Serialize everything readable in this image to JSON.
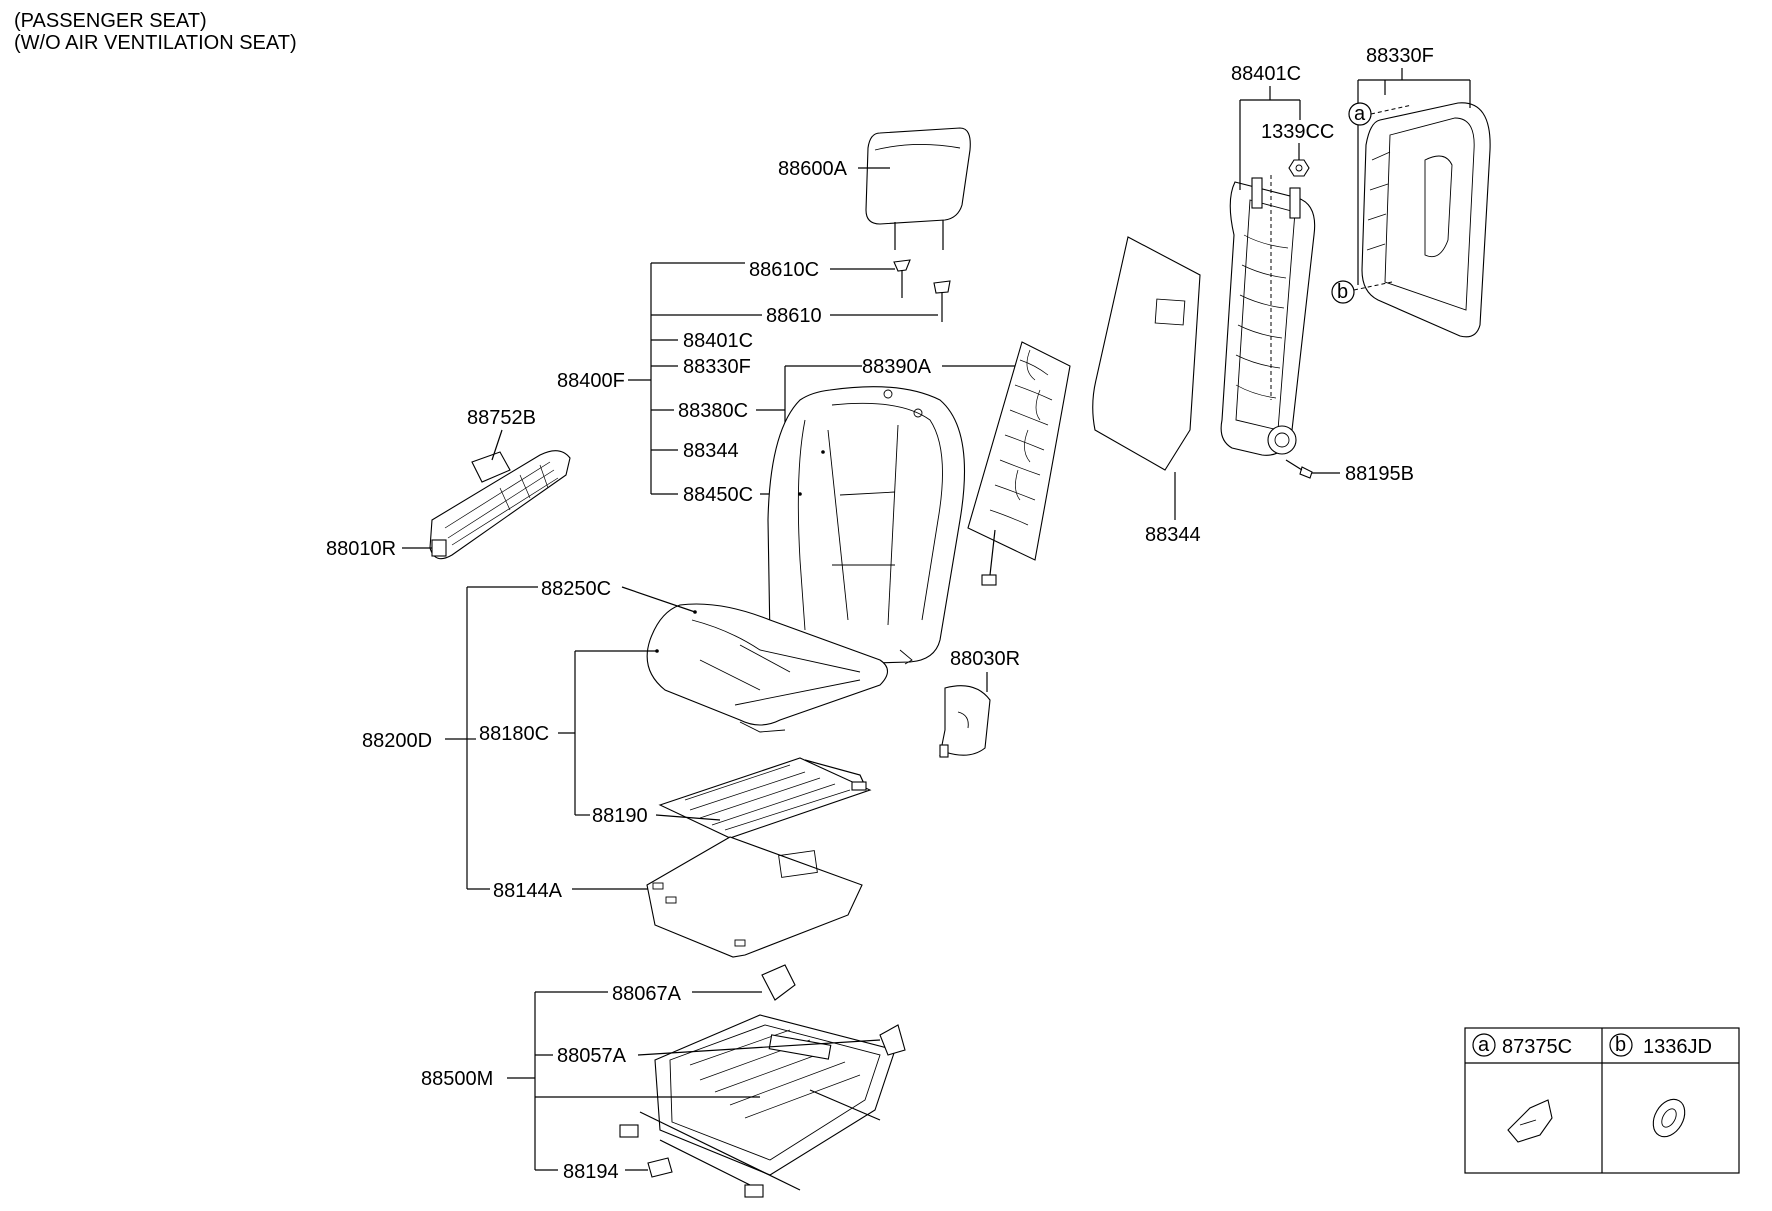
{
  "header": {
    "line1": "(PASSENGER SEAT)",
    "line2": "(W/O AIR VENTILATION SEAT)"
  },
  "labels": {
    "p88600A": "88600A",
    "p88610C": "88610C",
    "p88610": "88610",
    "p88401C_list": "88401C",
    "p88330F_list": "88330F",
    "p88400F": "88400F",
    "p88380C": "88380C",
    "p88344_list": "88344",
    "p88450C": "88450C",
    "p88390A": "88390A",
    "p88752B": "88752B",
    "p88010R": "88010R",
    "p88250C": "88250C",
    "p88200D": "88200D",
    "p88180C": "88180C",
    "p88190": "88190",
    "p88144A": "88144A",
    "p88030R": "88030R",
    "p88401C_top": "88401C",
    "p1339CC": "1339CC",
    "p88330F_top": "88330F",
    "p88195B": "88195B",
    "p88344_bottom": "88344",
    "p88067A": "88067A",
    "p88057A": "88057A",
    "p88500M": "88500M",
    "p88194": "88194",
    "callout_a": "a",
    "callout_b": "b"
  },
  "legend": {
    "a_letter": "a",
    "a_part": "87375C",
    "b_letter": "b",
    "b_part": "1336JD"
  }
}
